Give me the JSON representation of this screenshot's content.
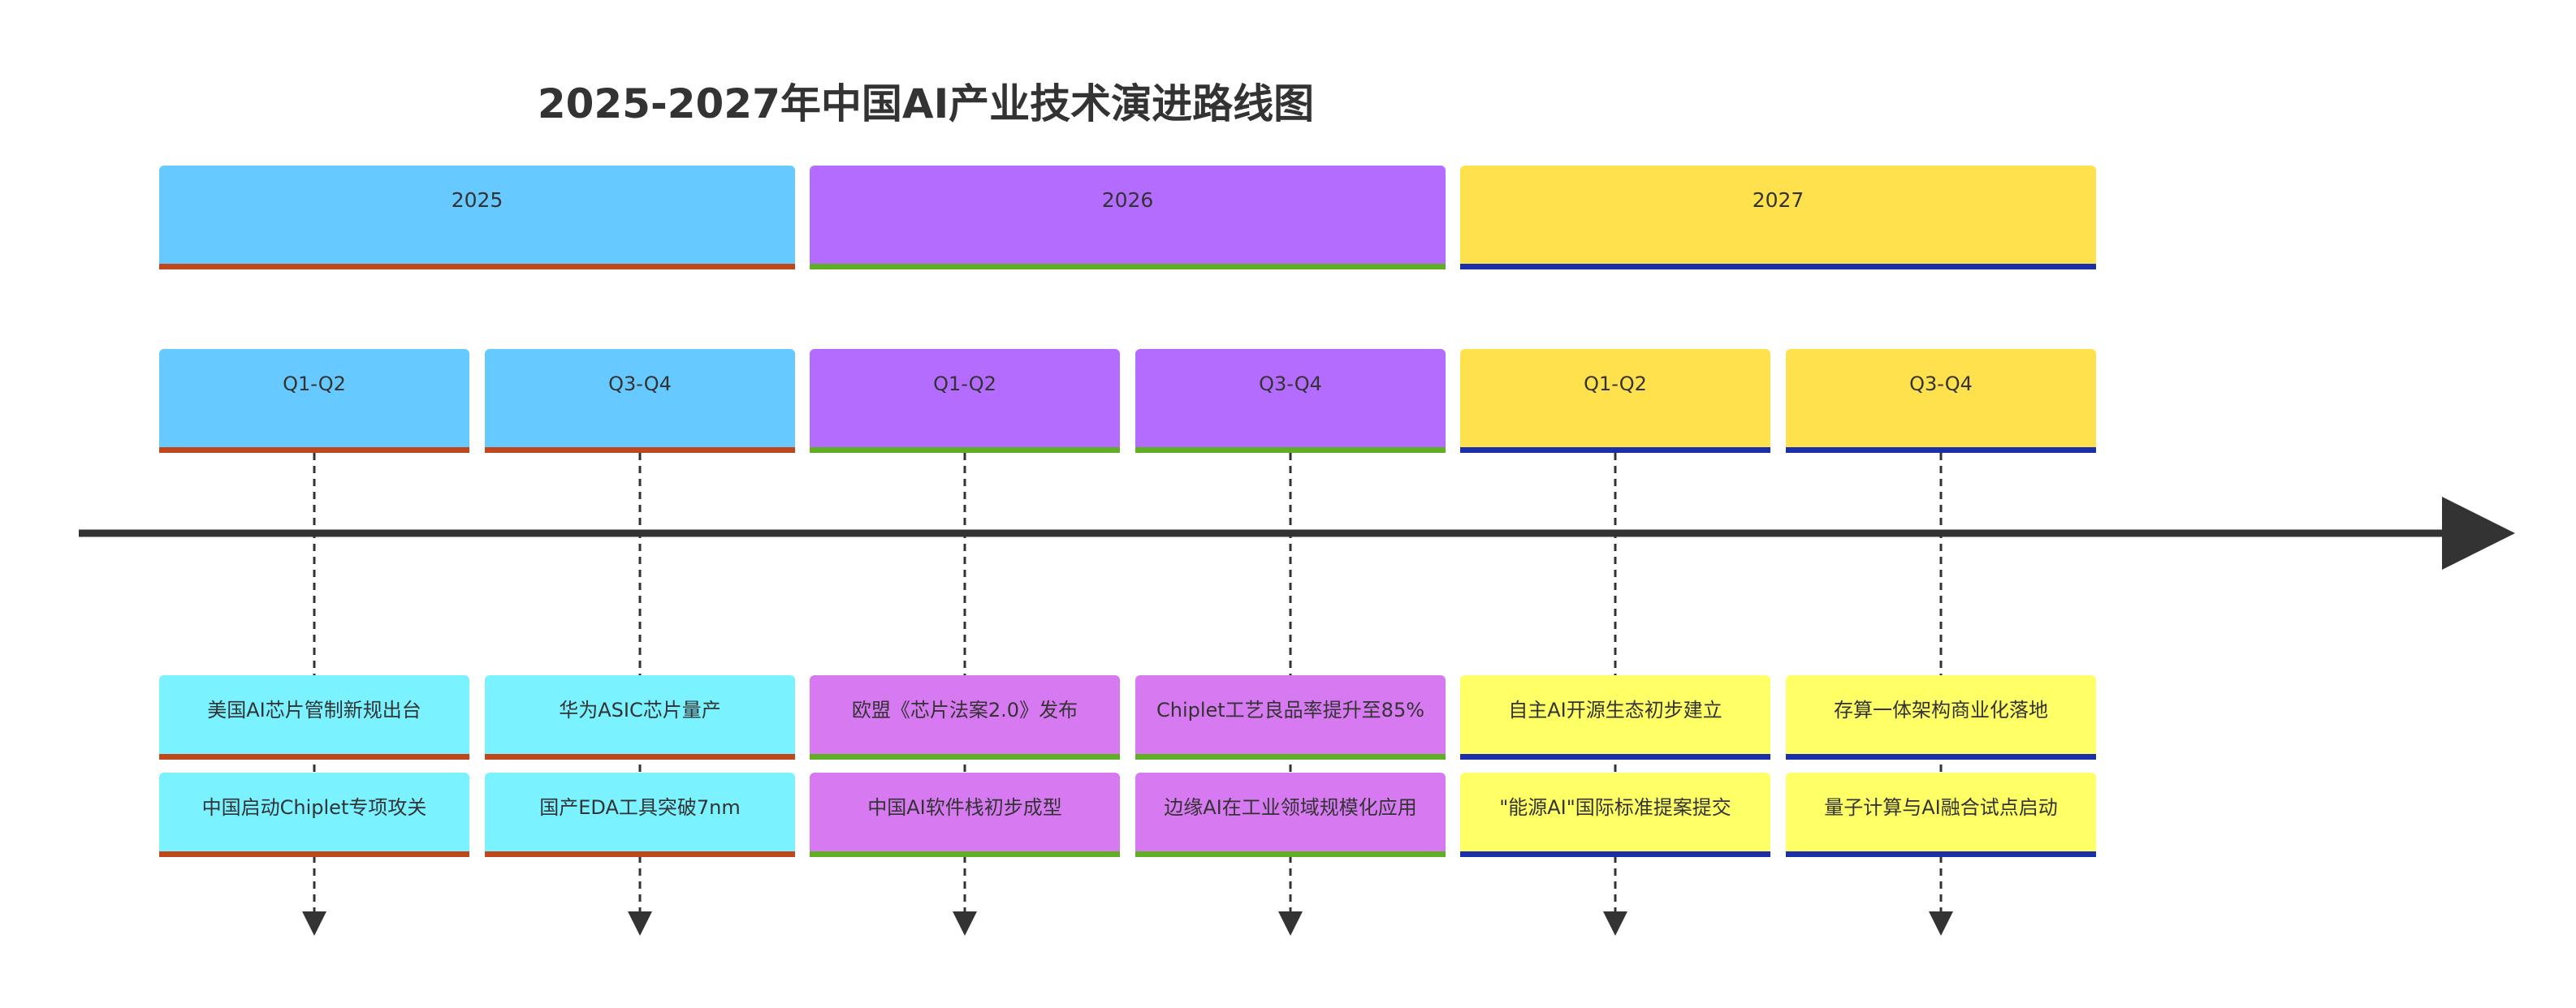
{
  "title": "2025-2027年中国AI产业技术演进路线图",
  "years": [
    {
      "label": "2025",
      "header_color": "#66c9ff",
      "event_color": "#7af2ff",
      "accent_color": "#c0461c",
      "sections": [
        {
          "label": "Q1-Q2",
          "events": [
            "美国AI芯片管制新规出台",
            "中国启动Chiplet专项攻关"
          ]
        },
        {
          "label": "Q3-Q4",
          "events": [
            "华为ASIC芯片量产",
            "国产EDA工具突破7nm"
          ]
        }
      ]
    },
    {
      "label": "2026",
      "header_color": "#b46cff",
      "event_color": "#d77af2",
      "accent_color": "#5fae24",
      "sections": [
        {
          "label": "Q1-Q2",
          "events": [
            "欧盟《芯片法案2.0》发布",
            "中国AI软件栈初步成型"
          ]
        },
        {
          "label": "Q3-Q4",
          "events": [
            "Chiplet工艺良品率提升至85%",
            "边缘AI在工业领域规模化应用"
          ]
        }
      ]
    },
    {
      "label": "2027",
      "header_color": "#ffe14d",
      "event_color": "#ffff66",
      "accent_color": "#1a2fa8",
      "sections": [
        {
          "label": "Q1-Q2",
          "events": [
            "自主AI开源生态初步建立",
            "\"能源AI\"国际标准提案提交"
          ]
        },
        {
          "label": "Q3-Q4",
          "events": [
            "存算一体架构商业化落地",
            "量子计算与AI融合试点启动"
          ]
        }
      ]
    }
  ]
}
